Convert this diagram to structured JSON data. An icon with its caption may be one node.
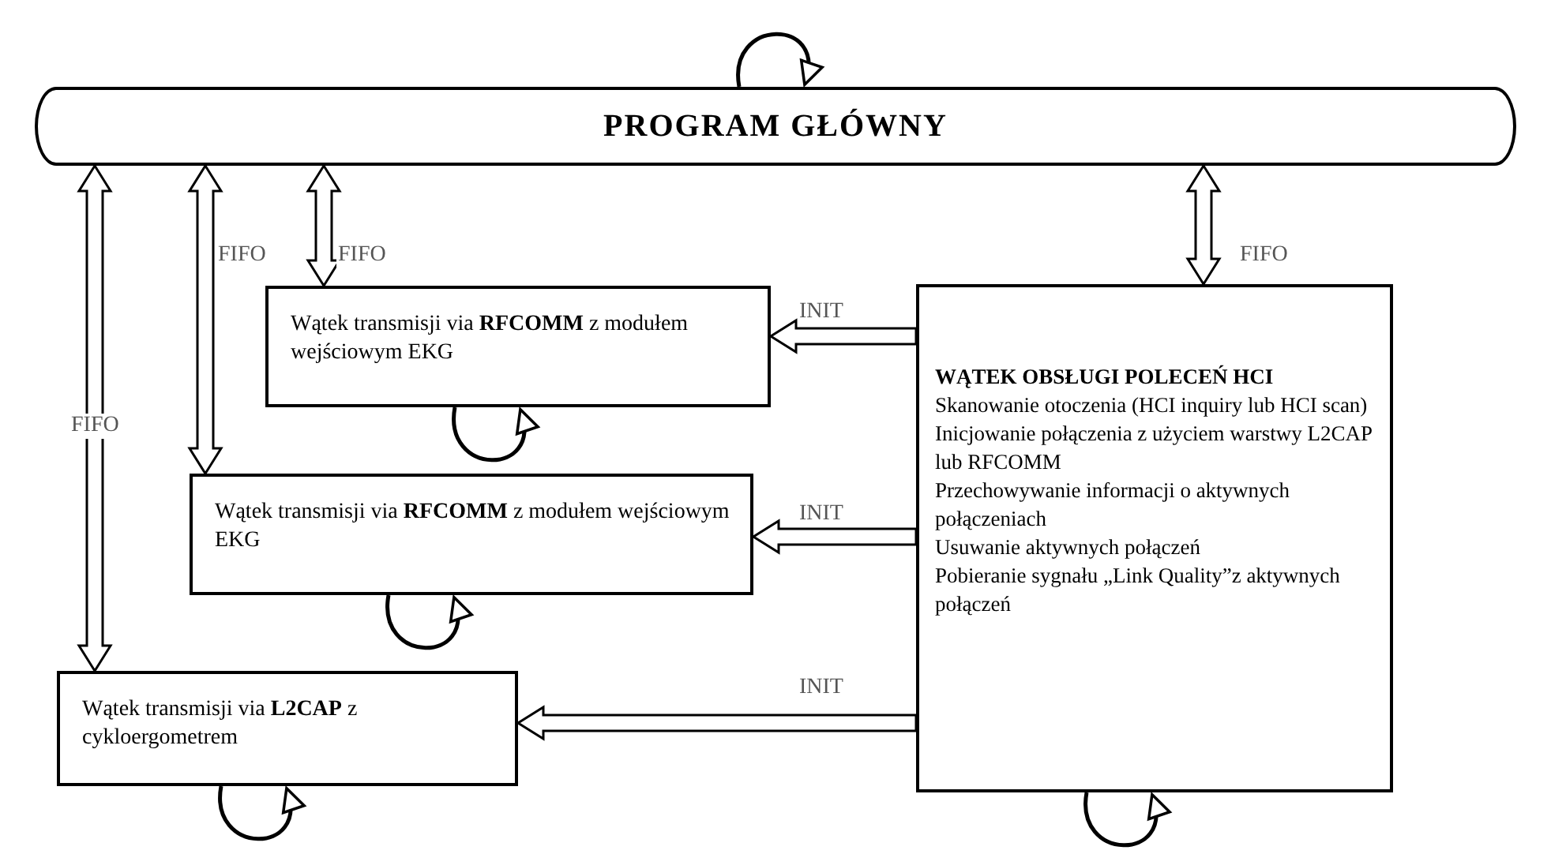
{
  "diagram": {
    "nodes": [
      {
        "text": [
          "PROGRAM GŁÓWNY"
        ]
      },
      {
        "text": [
          "Wątek transmisji via **RFCOMM** z modułem wejściowym EKG"
        ]
      },
      {
        "text": [
          "Wątek transmisji via **RFCOMM** z modułem wejściowym EKG"
        ]
      },
      {
        "text": [
          "Wątek transmisji via **L2CAP** z cykloergometrem"
        ]
      },
      {
        "text": [
          "WĄTEK OBSŁUGI POLECEŃ HCI",
          "Skanowanie otoczenia (HCI inquiry lub HCI scan)",
          "Inicjowanie połączenia z użyciem warstwy L2CAP lub RFCOMM",
          "Przechowywanie informacji o aktywnych połączeniach",
          "Usuwanie aktywnych połączeń",
          "Pobieranie sygnału „Link Quality”z aktywnych połączeń"
        ]
      }
    ],
    "edges": [
      {
        "from": 0,
        "to": 3,
        "arrow": "both",
        "label": "FIFO"
      },
      {
        "from": 0,
        "to": 2,
        "arrow": "both",
        "label": "FIFO"
      },
      {
        "from": 0,
        "to": 1,
        "arrow": "both",
        "label": "FIFO"
      },
      {
        "from": 0,
        "to": 4,
        "arrow": "both",
        "label": "FIFO"
      },
      {
        "from": 4,
        "to": 1,
        "arrow": "to",
        "label": "INIT"
      },
      {
        "from": 4,
        "to": 2,
        "arrow": "to",
        "label": "INIT"
      },
      {
        "from": 4,
        "to": 3,
        "arrow": "to",
        "label": "INIT"
      },
      {
        "from": 0,
        "to": 0,
        "arrow": "to"
      },
      {
        "from": 1,
        "to": 1,
        "arrow": "to"
      },
      {
        "from": 2,
        "to": 2,
        "arrow": "to"
      },
      {
        "from": 3,
        "to": 3,
        "arrow": "to"
      },
      {
        "from": 4,
        "to": 4,
        "arrow": "to"
      }
    ]
  }
}
